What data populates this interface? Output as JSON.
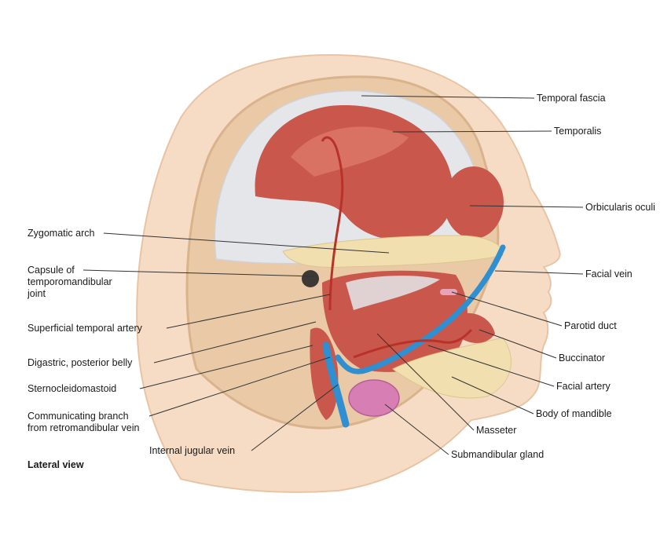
{
  "figure": {
    "view_caption": "Lateral view"
  },
  "labels": {
    "temporal_fascia": "Temporal fascia",
    "temporalis": "Temporalis",
    "orbicularis_oculi": "Orbicularis oculi",
    "zygomatic_arch": "Zygomatic arch",
    "capsule_tmj": "Capsule of\ntemporomandibular\njoint",
    "facial_vein": "Facial vein",
    "superficial_temporal_artery": "Superficial temporal artery",
    "parotid_duct": "Parotid duct",
    "buccinator": "Buccinator",
    "digastric_posterior_belly": "Digastric, posterior belly",
    "facial_artery": "Facial artery",
    "sternocleidomastoid": "Sternocleidomastoid",
    "body_of_mandible": "Body of mandible",
    "communicating_branch": "Communicating branch\nfrom retromandibular vein",
    "masseter": "Masseter",
    "internal_jugular_vein": "Internal jugular vein",
    "submandibular_gland": "Submandibular gland"
  },
  "colors": {
    "skin": "#f6dcc4",
    "skin_shadow": "#e8c4a4",
    "bone": "#f1dfb0",
    "fascia": "#e4e6ea",
    "muscle": "#c9574b",
    "muscle_light": "#e07d6c",
    "vein": "#2f8fd0",
    "artery": "#b8322a",
    "gland": "#d77fb5",
    "leader": "#333333"
  }
}
